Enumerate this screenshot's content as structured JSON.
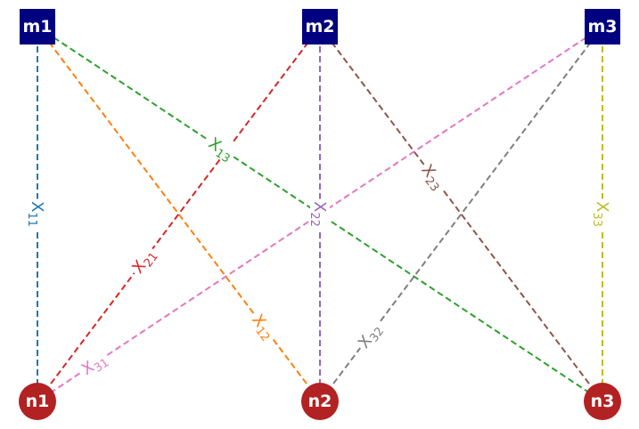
{
  "colors": {
    "source_node": "#000080",
    "sink_node": "#b22222"
  },
  "sources": [
    {
      "id": "m1",
      "label": "m1"
    },
    {
      "id": "m2",
      "label": "m2"
    },
    {
      "id": "m3",
      "label": "m3"
    }
  ],
  "sinks": [
    {
      "id": "n1",
      "label": "n1"
    },
    {
      "id": "n2",
      "label": "n2"
    },
    {
      "id": "n3",
      "label": "n3"
    }
  ],
  "edges": [
    {
      "from": "m1",
      "to": "n1",
      "label": "X",
      "sub": "11",
      "color": "#1f77b4"
    },
    {
      "from": "m1",
      "to": "n2",
      "label": "X",
      "sub": "12",
      "color": "#ff7f0e"
    },
    {
      "from": "m1",
      "to": "n3",
      "label": "X",
      "sub": "13",
      "color": "#2ca02c"
    },
    {
      "from": "m2",
      "to": "n1",
      "label": "X",
      "sub": "21",
      "color": "#d62728"
    },
    {
      "from": "m2",
      "to": "n2",
      "label": "X",
      "sub": "22",
      "color": "#9467bd"
    },
    {
      "from": "m2",
      "to": "n3",
      "label": "X",
      "sub": "23",
      "color": "#8c564b"
    },
    {
      "from": "m3",
      "to": "n1",
      "label": "X",
      "sub": "31",
      "color": "#e377c2"
    },
    {
      "from": "m3",
      "to": "n2",
      "label": "X",
      "sub": "32",
      "color": "#7f7f7f"
    },
    {
      "from": "m3",
      "to": "n3",
      "label": "X",
      "sub": "33",
      "color": "#bcbd22"
    }
  ]
}
